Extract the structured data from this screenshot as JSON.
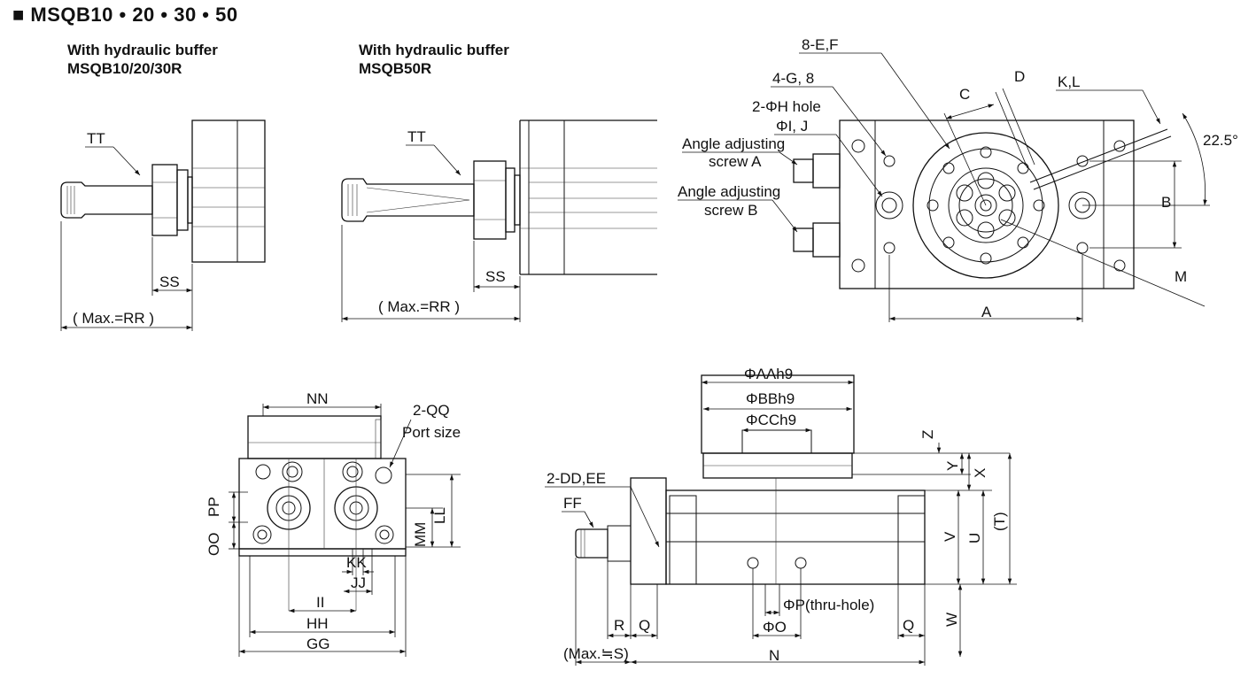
{
  "header": {
    "bullet": "■",
    "title": "MSQB10 • 20 • 30 • 50"
  },
  "views": {
    "left": {
      "line1": "With hydraulic buffer",
      "line2": "MSQB10/20/30R"
    },
    "right": {
      "line1": "With hydraulic buffer",
      "line2": "MSQB50R"
    }
  },
  "labels": {
    "TT": "TT",
    "SS": "SS",
    "RR": "( Max.=RR )",
    "E": "8-E,F",
    "G": "4-G, 8",
    "H": "2-ΦH hole",
    "IJ": "ΦI, J",
    "screwA1": "Angle adjusting",
    "screwA2": "screw A",
    "screwB1": "Angle adjusting",
    "screwB2": "screw B",
    "C": "C",
    "D": "D",
    "KL": "K,L",
    "angle": "22.5°",
    "B": "B",
    "M": "M",
    "A": "A",
    "NN": "NN",
    "QQ": "2-QQ",
    "port": "Port size",
    "PP": "PP",
    "OO": "OO",
    "LL": "LL",
    "MM": "MM",
    "KK": "KK",
    "JJ": "JJ",
    "II": "II",
    "HH": "HH",
    "GG": "GG",
    "AA": "ΦAAh9",
    "BB": "ΦBBh9",
    "CC": "ΦCCh9",
    "Z": "Z",
    "Y": "Y",
    "X": "X",
    "T": "(T)",
    "U": "U",
    "V": "V",
    "W": "W",
    "DD": "2-DD,EE",
    "FF": "FF",
    "P": "ΦP(thru-hole)",
    "O": "ΦO",
    "R": "R",
    "Q": "Q",
    "S": "(Max.≒S)",
    "N": "N"
  }
}
